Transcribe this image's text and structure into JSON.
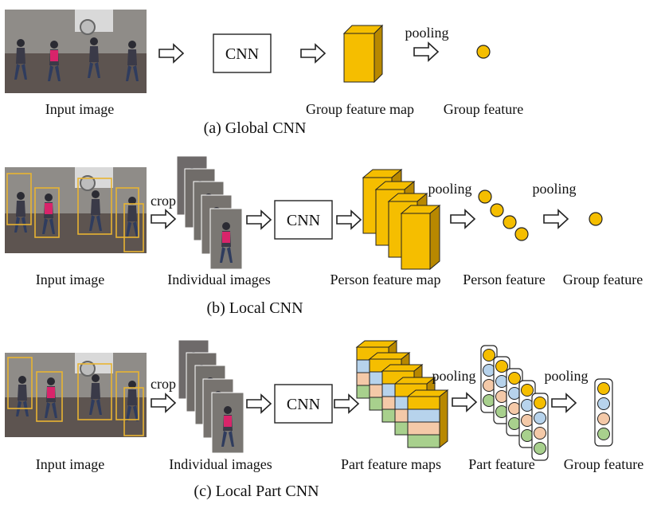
{
  "colors": {
    "feature": "#f5be00",
    "feature_dark": "#b88800",
    "part_blue": "#b7d3ec",
    "part_peach": "#f4c9a8",
    "part_green": "#a8d08d",
    "stroke": "#222222",
    "bbox": "#e8b432",
    "photo_ground": "#5d5450",
    "photo_wall": "#8d8a86"
  },
  "icons": {
    "arrow": "hollow-right-arrow-icon",
    "photo": "pedestrian-photo",
    "person_crop": "person-crop-photo"
  },
  "global": {
    "input_label": "Input image",
    "cnn_label": "CNN",
    "pooling_label": "pooling",
    "map_label": "Group feature map",
    "feature_label": "Group feature",
    "caption": "(a) Global CNN"
  },
  "local": {
    "input_label": "Input image",
    "crop_label": "crop",
    "individual_label": "Individual images",
    "cnn_label": "CNN",
    "pooling1_label": "pooling",
    "pooling2_label": "pooling",
    "map_label": "Person feature map",
    "person_feature_label": "Person feature",
    "group_feature_label": "Group feature",
    "caption": "(b) Local CNN"
  },
  "part": {
    "input_label": "Input image",
    "crop_label": "crop",
    "individual_label": "Individual images",
    "cnn_label": "CNN",
    "pooling1_label": "pooling",
    "pooling2_label": "pooling",
    "map_label": "Part feature maps",
    "part_feature_label": "Part feature",
    "group_feature_label": "Group feature",
    "caption": "(c) Local Part CNN"
  }
}
